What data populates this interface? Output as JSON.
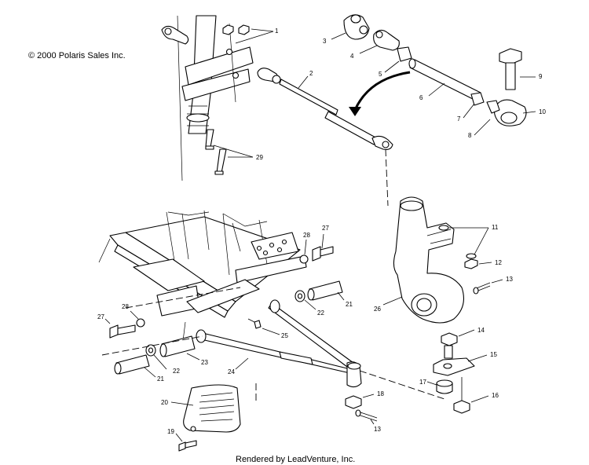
{
  "copyright": "© 2000 Polaris Sales Inc.",
  "footer": "Rendered by LeadVenture, Inc.",
  "callouts": [
    "1",
    "2",
    "3",
    "4",
    "5",
    "6",
    "7",
    "8",
    "9",
    "10",
    "11",
    "12",
    "13",
    "14",
    "15",
    "16",
    "17",
    "18",
    "19",
    "20",
    "21",
    "22",
    "23",
    "24",
    "25",
    "26",
    "27",
    "28",
    "29"
  ]
}
